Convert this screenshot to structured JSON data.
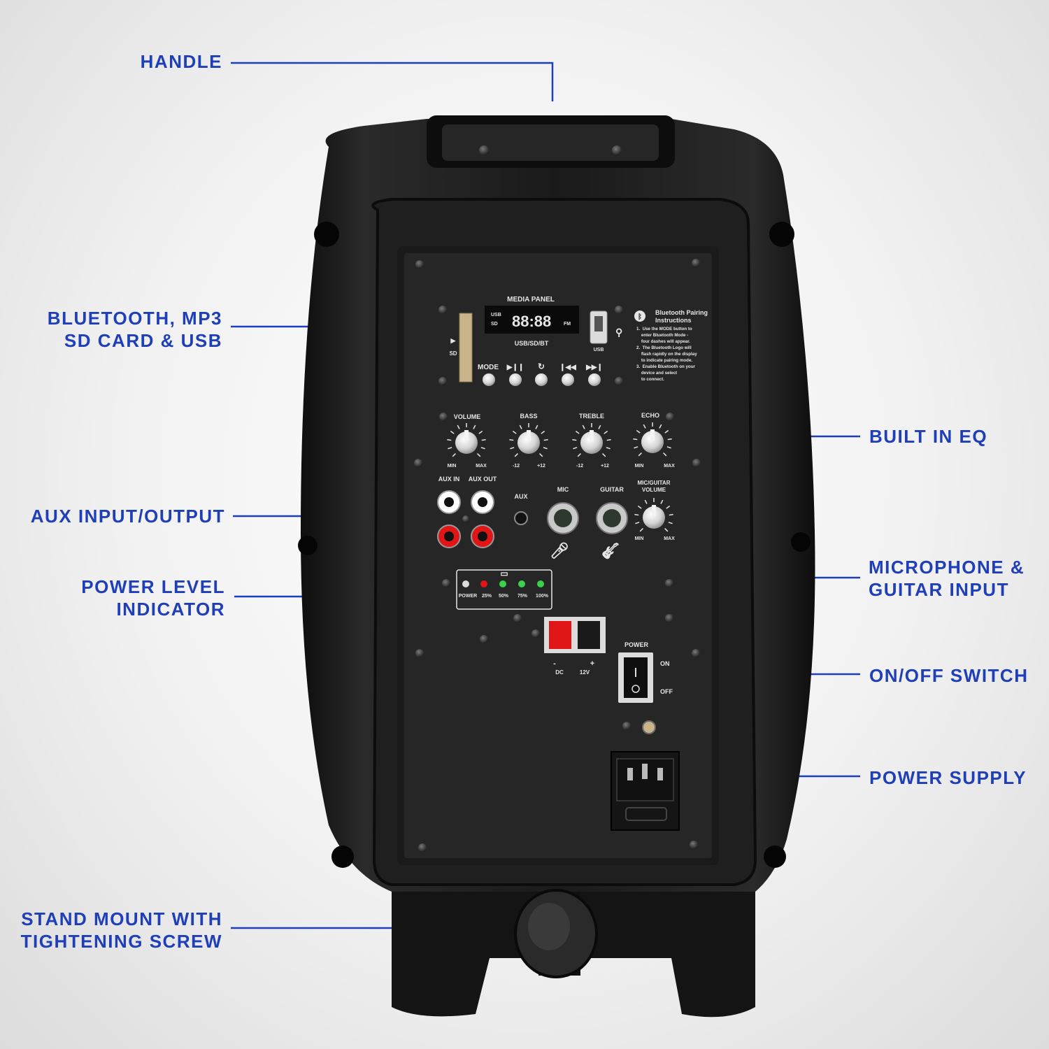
{
  "colors": {
    "accent": "#1f3fb8",
    "body": "#1b1b1b",
    "panel": "#262626",
    "led_red": "#e01616",
    "led_green": "#39d24a"
  },
  "callouts": {
    "handle": "HANDLE",
    "bluetooth_l1": "BLUETOOTH, MP3",
    "bluetooth_l2": "SD CARD & USB",
    "aux_io": "AUX INPUT/OUTPUT",
    "power_level_l1": "POWER LEVEL",
    "power_level_l2": "INDICATOR",
    "stand_l1": "STAND MOUNT WITH",
    "stand_l2": "TIGHTENING SCREW",
    "eq": "BUILT IN EQ",
    "mic_guitar_l1": "MICROPHONE &",
    "mic_guitar_l2": "GUITAR INPUT",
    "onoff": "ON/OFF SWITCH",
    "power_supply": "POWER SUPPLY"
  },
  "panel": {
    "media_panel": "MEDIA PANEL",
    "display_usb": "USB",
    "display_sd": "SD",
    "display_digits": "88:88",
    "display_fm": "FM",
    "usb_sd_bt": "USB/SD/BT",
    "sd_label": "SD",
    "usb_label": "USB",
    "mode": "MODE",
    "bt_title_l1": "Bluetooth Pairing",
    "bt_title_l2": "Instructions",
    "bt_lines": [
      "1.  Use the MODE button to",
      "    enter Bluetooth Mode -",
      "    four dashes will appear.",
      "2.  The Bluetooth Logo will",
      "    flash rapidly on the display",
      "    to indicate pairing mode.",
      "3.  Enable Bluetooth on your",
      "    device and select",
      "    to connect."
    ],
    "knob_volume": "VOLUME",
    "knob_bass": "BASS",
    "knob_treble": "TREBLE",
    "knob_echo": "ECHO",
    "min": "MIN",
    "max": "MAX",
    "minus12": "-12",
    "plus12": "+12",
    "aux_in": "AUX IN",
    "aux_out": "AUX OUT",
    "aux": "AUX",
    "mic": "MIC",
    "guitar": "GUITAR",
    "mg_vol_l1": "MIC/GUITAR",
    "mg_vol_l2": "VOLUME",
    "led_power": "POWER",
    "led_25": "25%",
    "led_50": "50%",
    "led_75": "75%",
    "led_100": "100%",
    "dc": "DC",
    "v12": "12V",
    "minus": "-",
    "plus": "+",
    "power": "POWER",
    "on": "ON",
    "off": "OFF"
  }
}
